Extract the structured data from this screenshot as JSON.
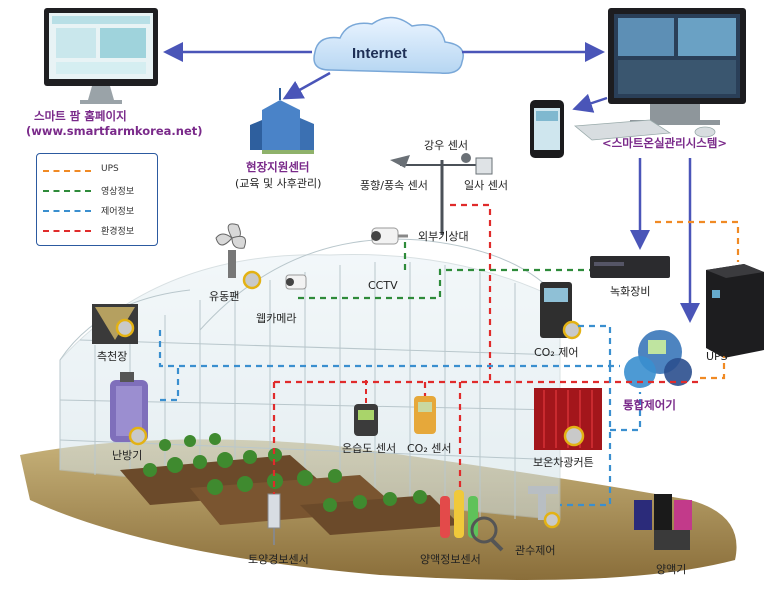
{
  "cloud": {
    "label": "Internet"
  },
  "homepage": {
    "title": "스마트 팜 홈페이지",
    "url": "(www.smartfarmkorea.net)"
  },
  "support_center": {
    "title": "현장지원센터",
    "subtitle": "(교육 및 사후관리)"
  },
  "management_system": {
    "title": "<스마트온실관리시스템>"
  },
  "legend": {
    "items": [
      {
        "label": "UPS",
        "color": "#f08a24"
      },
      {
        "label": "영상정보",
        "color": "#2e8b3a"
      },
      {
        "label": "제어정보",
        "color": "#3a8fcf"
      },
      {
        "label": "환경정보",
        "color": "#e02b2b"
      }
    ]
  },
  "sensors": {
    "rain": "강우 센서",
    "wind": "풍향/풍속 센서",
    "solar": "일사 센서",
    "weather_station": "외부기상대"
  },
  "devices": {
    "cctv": "CCTV",
    "webcam": "웹카메라",
    "fan": "유동팬",
    "side_window": "측천장",
    "heater": "난방기",
    "temp_humidity": "온습도 센서",
    "co2_sensor": "CO₂ 센서",
    "co2_control": "CO₂ 제어",
    "recorder": "녹화장비",
    "ups": "UPS",
    "controller": "통합제어기",
    "curtain": "보온차광커튼",
    "soil_sensor": "토양경보센서",
    "nutrient_sensor": "양액정보센서",
    "irrigation": "관수제어",
    "nutrient_machine": "양액기"
  }
}
